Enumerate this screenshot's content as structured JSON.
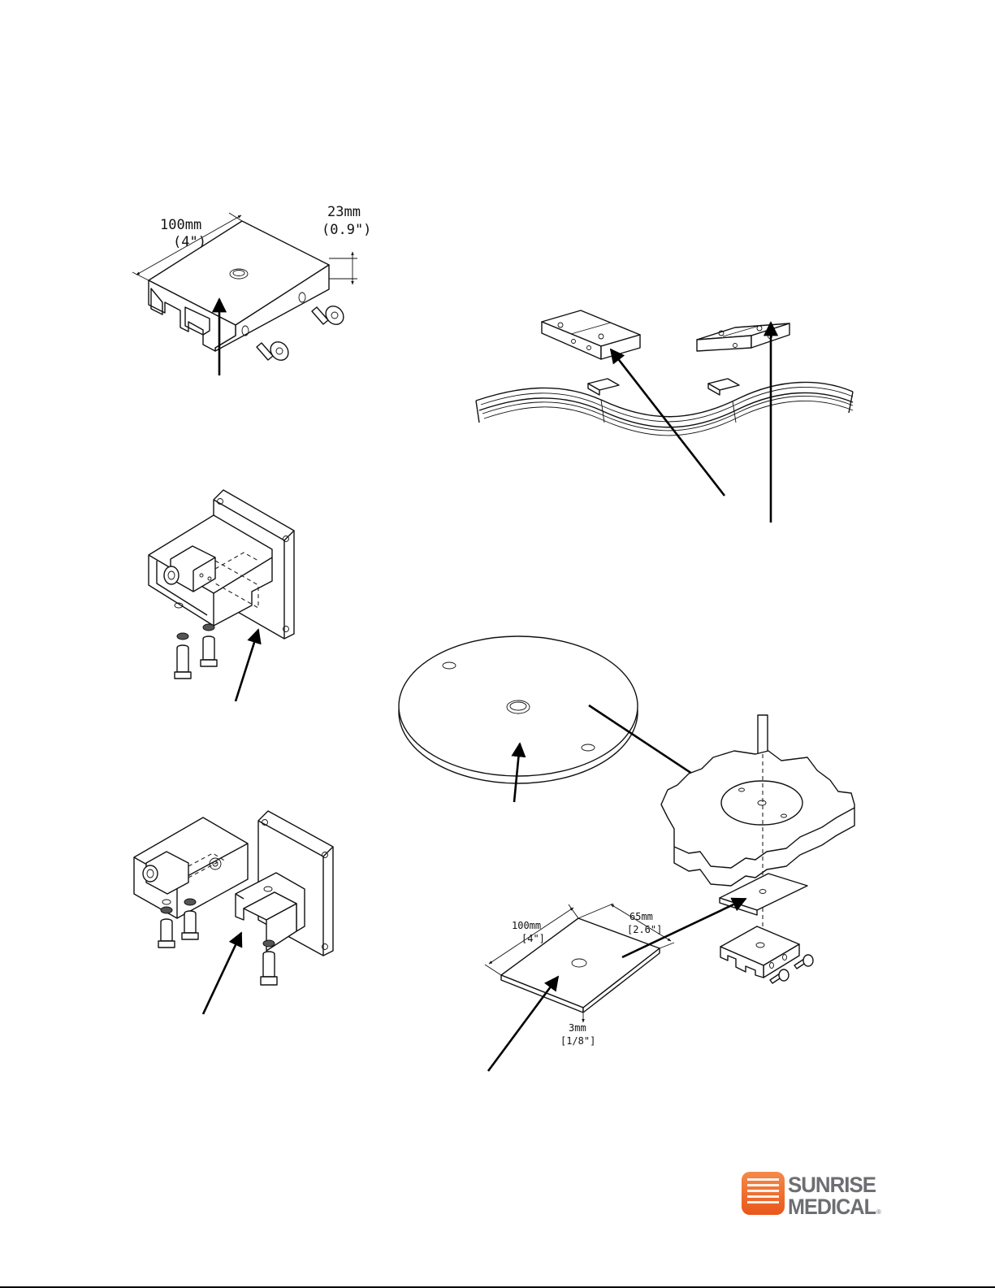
{
  "figures": {
    "channel_block": {
      "length": "100mm",
      "length_in": "(4\")",
      "height": "23mm",
      "height_in": "(0.9\")"
    },
    "spacer_plate": {
      "length": "100mm",
      "length_in": "[4\"]",
      "width": "65mm",
      "width_in": "[2.6\"]",
      "thickness": "3mm",
      "thickness_in": "[1/8\"]"
    }
  },
  "footer": {
    "logo_line1": "SUNRISE",
    "logo_line2": "MEDICAL",
    "logo_mark": "®",
    "brand_color": "#f26522"
  }
}
